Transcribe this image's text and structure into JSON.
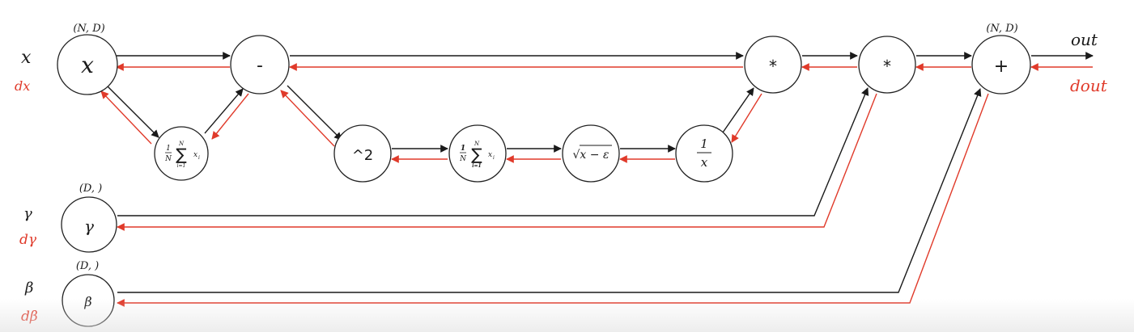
{
  "inputs": {
    "x_label": "x",
    "dx_label": "dx",
    "gamma_label": "γ",
    "dgamma_label": "dγ",
    "beta_label": "β",
    "dbeta_label": "dβ"
  },
  "shapes": {
    "x": "(N, D)",
    "gamma": "(D, )",
    "beta": "(D, )",
    "out": "(N, D)"
  },
  "nodes": {
    "x": "x",
    "mean1": {
      "frac_num": "1",
      "frac_den": "N",
      "sum_top": "N",
      "sum_bot": "i=1",
      "term": "x",
      "sub": "i"
    },
    "sub": "-",
    "sq": "^2",
    "mean2": {
      "frac_num": "1",
      "frac_den": "N",
      "sum_top": "N",
      "sum_bot": "i=1",
      "term": "x",
      "sub": "i"
    },
    "sqrt": "√x − ε",
    "inv": {
      "num": "1",
      "den": "x"
    },
    "mul1": "*",
    "mul2": "*",
    "add": "+",
    "gamma": "γ",
    "beta": "β"
  },
  "outputs": {
    "out_label": "out",
    "dout_label": "dout"
  },
  "colors": {
    "forward": "#1a1a1a",
    "backward": "#e03a2a"
  }
}
